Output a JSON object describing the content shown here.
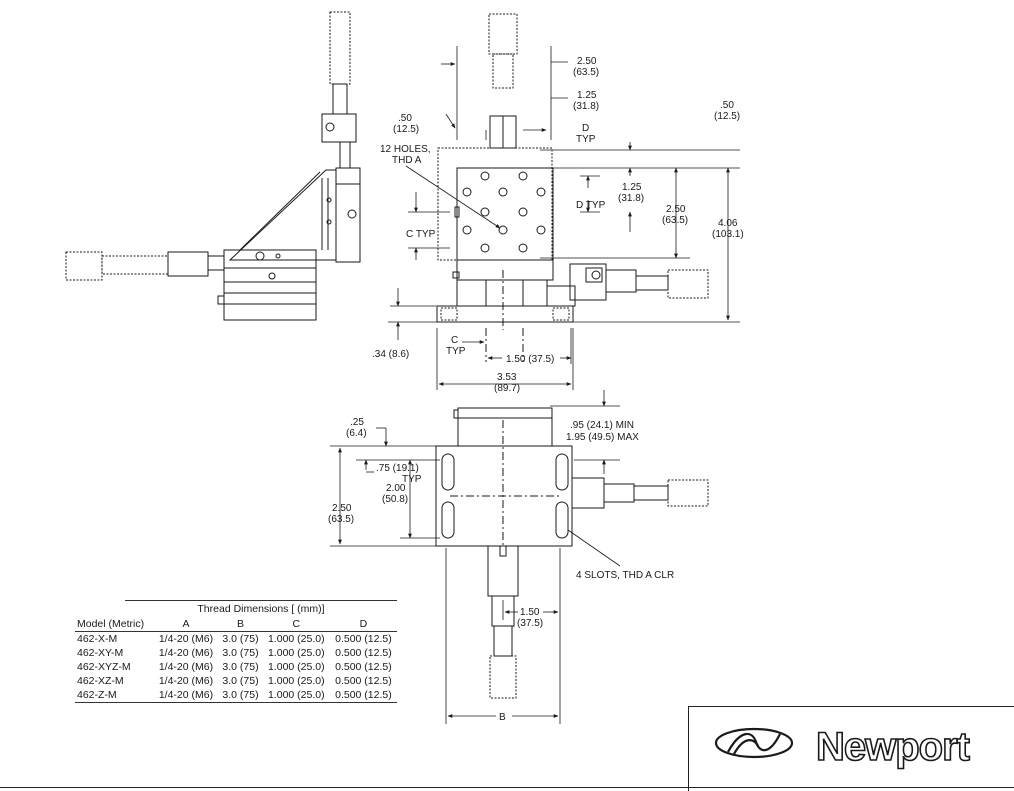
{
  "dimensions": {
    "top_250": "2.50",
    "top_635": "(63.5)",
    "top_125": "1.25",
    "top_318": "(31.8)",
    "left_050": ".50",
    "left_125": "(12.5)",
    "right_050": ".50",
    "right_125": "(12.5)",
    "holes_1": "12  HOLES,",
    "holes_2": "THD A",
    "d_typ_1": "D",
    "d_typ_2": "TYP",
    "mid_125": "1.25",
    "mid_318": "(31.8)",
    "mid_d_typ": "D TYP",
    "mid_250": "2.50",
    "mid_635": "(63.5)",
    "h_406": "4.06",
    "h_1031": "(103.1)",
    "c_typ_left": "C TYP",
    "base_034": ".34 (8.6)",
    "c_lower_1": "C",
    "c_lower_2": "TYP",
    "w_150": "1.50 (37.5)",
    "w_353": "3.53",
    "w_897": "(89.7)",
    "b_025": ".25",
    "b_064": "(6.4)",
    "b_095": ".95 (24.1) MIN",
    "b_195": "1.95 (49.5) MAX",
    "b_075": ".75 (19.1)",
    "b_075_typ": "TYP",
    "b_200": "2.00",
    "b_508": "(50.8)",
    "b_250": "2.50",
    "b_635": "(63.5)",
    "slots": "4 SLOTS, THD A CLR",
    "b_150": "1.50",
    "b_375": "(37.5)",
    "b_label": "B"
  },
  "table": {
    "caption": "Thread Dimensions [ (mm)]",
    "headers": [
      "Model (Metric)",
      "A",
      "B",
      "C",
      "D"
    ],
    "rows": [
      [
        "462-X-M",
        "1/4-20 (M6)",
        "3.0 (75)",
        "1.000 (25.0)",
        "0.500 (12.5)"
      ],
      [
        "462-XY-M",
        "1/4-20 (M6)",
        "3.0 (75)",
        "1.000 (25.0)",
        "0.500 (12.5)"
      ],
      [
        "462-XYZ-M",
        "1/4-20 (M6)",
        "3.0 (75)",
        "1.000 (25.0)",
        "0.500 (12.5)"
      ],
      [
        "462-XZ-M",
        "1/4-20 (M6)",
        "3.0 (75)",
        "1.000 (25.0)",
        "0.500 (12.5)"
      ],
      [
        "462-Z-M",
        "1/4-20 (M6)",
        "3.0 (75)",
        "1.000 (25.0)",
        "0.500 (12.5)"
      ]
    ]
  },
  "logo": {
    "text": "Newport",
    "icon": "newport-swirl-logo"
  }
}
